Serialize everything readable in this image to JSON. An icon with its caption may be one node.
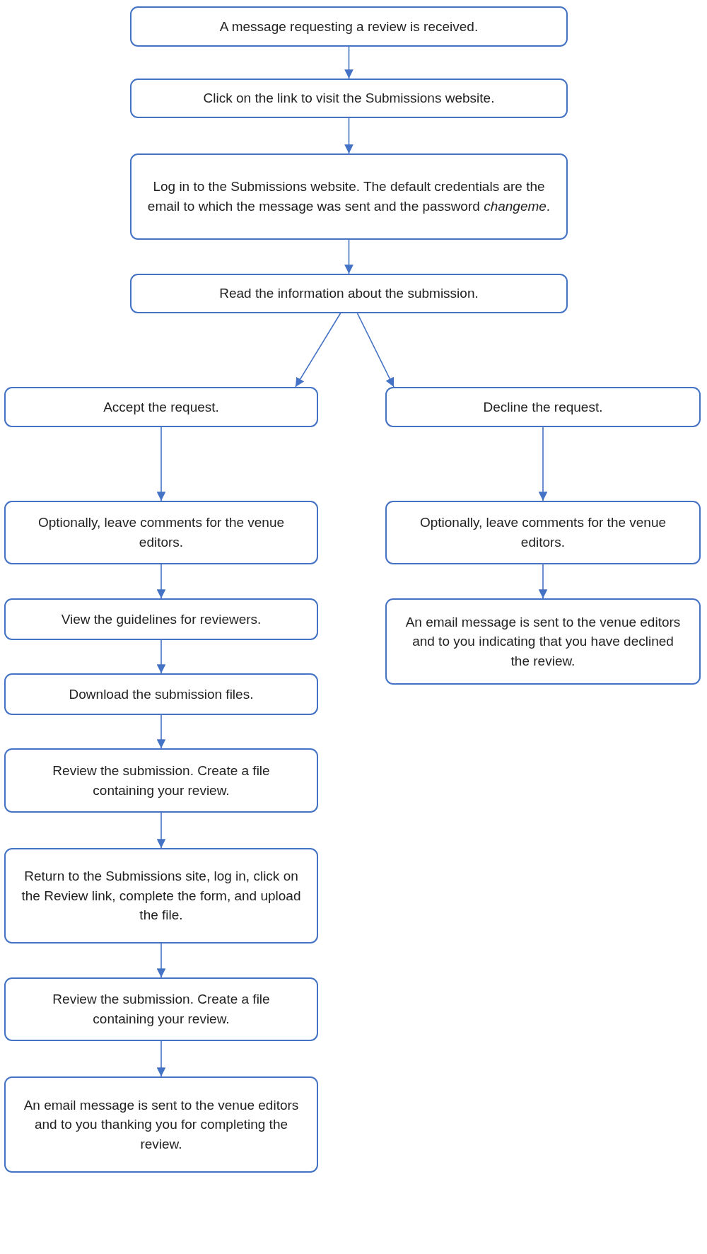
{
  "diagram": {
    "nodes": [
      {
        "text": [
          "A message requesting a review is received."
        ]
      },
      {
        "text": [
          "Click on the link to visit the Submissions website."
        ]
      },
      {
        "text": [
          "Log in to the Submissions website. The default credentials are the email to which the message was sent and the password *changeme*."
        ]
      },
      {
        "text": [
          "Read the information about the submission."
        ]
      },
      {
        "text": [
          "Accept the request."
        ]
      },
      {
        "text": [
          "Decline the request."
        ]
      },
      {
        "text": [
          "Optionally, leave comments for the venue editors."
        ]
      },
      {
        "text": [
          "View the guidelines for reviewers."
        ]
      },
      {
        "text": [
          "Download the submission files."
        ]
      },
      {
        "text": [
          "Review the submission. Create a file containing your review."
        ]
      },
      {
        "text": [
          "Return to the Submissions site, log in, click on the Review link, complete the form, and upload the file."
        ]
      },
      {
        "text": [
          "Review the submission. Create a file containing your review."
        ]
      },
      {
        "text": [
          "An email message is sent to the venue editors and to you thanking you for completing the review."
        ]
      },
      {
        "text": [
          "Optionally, leave comments for the venue editors."
        ]
      },
      {
        "text": [
          "An email message is sent to the venue editors and to you indicating that you have declined the review."
        ]
      }
    ],
    "edges": [
      {
        "from": 0,
        "to": 1,
        "arrow": "to"
      },
      {
        "from": 1,
        "to": 2,
        "arrow": "to"
      },
      {
        "from": 2,
        "to": 3,
        "arrow": "to"
      },
      {
        "from": 3,
        "to": 4,
        "arrow": "to"
      },
      {
        "from": 3,
        "to": 5,
        "arrow": "to"
      },
      {
        "from": 4,
        "to": 6,
        "arrow": "to"
      },
      {
        "from": 6,
        "to": 7,
        "arrow": "to"
      },
      {
        "from": 7,
        "to": 8,
        "arrow": "to"
      },
      {
        "from": 8,
        "to": 9,
        "arrow": "to"
      },
      {
        "from": 9,
        "to": 10,
        "arrow": "to"
      },
      {
        "from": 10,
        "to": 11,
        "arrow": "to"
      },
      {
        "from": 11,
        "to": 12,
        "arrow": "to"
      },
      {
        "from": 5,
        "to": 13,
        "arrow": "to"
      },
      {
        "from": 13,
        "to": 14,
        "arrow": "to"
      }
    ]
  }
}
